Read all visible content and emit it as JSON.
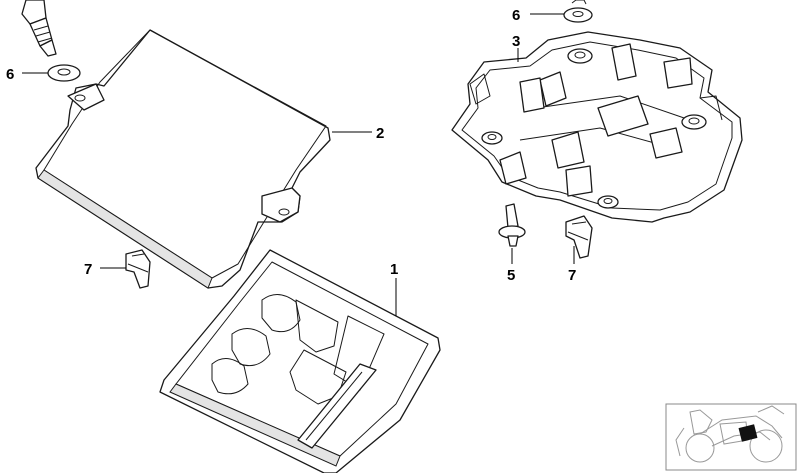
{
  "diagram": {
    "callouts": [
      {
        "id": "c-6-left",
        "label": "6"
      },
      {
        "id": "c-2",
        "label": "2"
      },
      {
        "id": "c-7-left",
        "label": "7"
      },
      {
        "id": "c-1",
        "label": "1"
      },
      {
        "id": "c-6-right",
        "label": "6"
      },
      {
        "id": "c-3",
        "label": "3"
      },
      {
        "id": "c-5",
        "label": "5"
      },
      {
        "id": "c-7-right",
        "label": "7"
      }
    ],
    "colors": {
      "line": "#1a1a1a",
      "background": "#ffffff",
      "thumbnail_marker": "#111111"
    }
  }
}
